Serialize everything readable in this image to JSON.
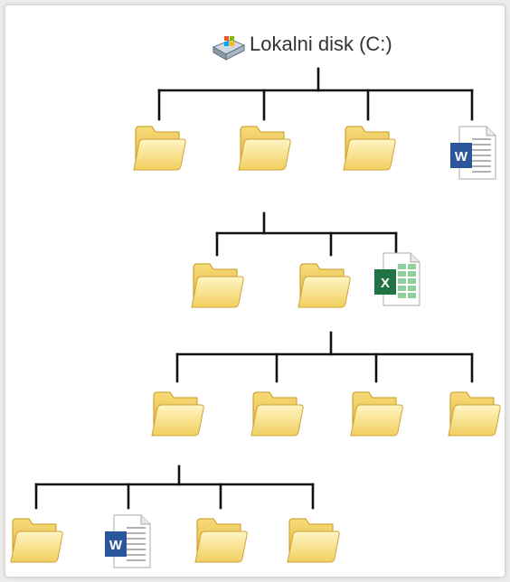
{
  "root": {
    "label": "Lokalni disk (C:)",
    "icon": "drive-icon"
  },
  "levels": [
    {
      "level": 1,
      "parent": "root",
      "items": [
        "folder",
        "folder",
        "folder",
        "word-document"
      ]
    },
    {
      "level": 2,
      "parent": "level-1-item-2",
      "items": [
        "folder",
        "folder",
        "excel-document"
      ]
    },
    {
      "level": 3,
      "parent": "level-2-item-2",
      "items": [
        "folder",
        "folder",
        "folder",
        "folder"
      ]
    },
    {
      "level": 4,
      "parent": "level-3-item-1",
      "items": [
        "folder",
        "word-document",
        "folder",
        "folder"
      ]
    }
  ],
  "colors": {
    "folder_light": "#fff2a8",
    "folder_dark": "#e3b53a",
    "line": "#111111",
    "word_blue": "#2b579a",
    "excel_green": "#217346"
  }
}
